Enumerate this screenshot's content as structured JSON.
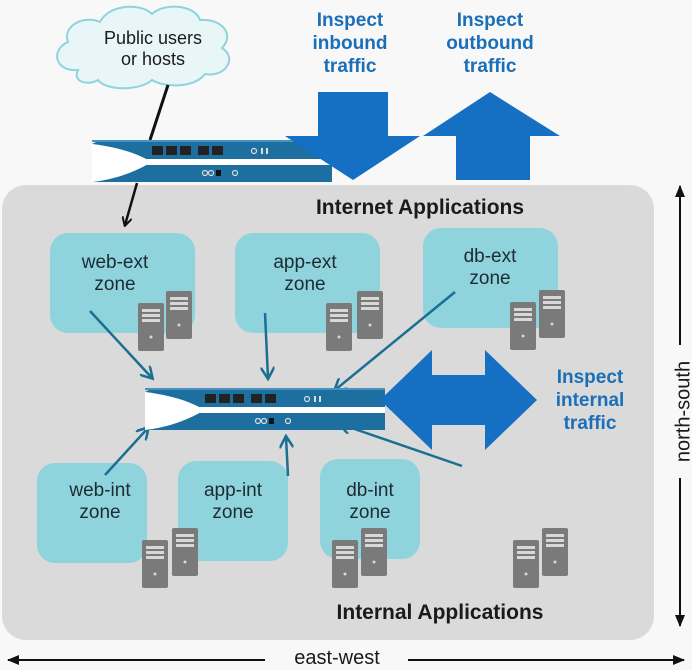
{
  "cloud": {
    "label_line1": "Public users",
    "label_line2": "or hosts"
  },
  "traffic_labels": {
    "inbound": [
      "Inspect",
      "inbound",
      "traffic"
    ],
    "outbound": [
      "Inspect",
      "outbound",
      "traffic"
    ],
    "internal": [
      "Inspect",
      "internal",
      "traffic"
    ]
  },
  "sections": {
    "top_title": "Internet Applications",
    "bottom_title": "Internal Applications"
  },
  "zones": [
    {
      "id": "web-ext",
      "line1": "web-ext",
      "line2": "zone"
    },
    {
      "id": "app-ext",
      "line1": "app-ext",
      "line2": "zone"
    },
    {
      "id": "db-ext",
      "line1": "db-ext",
      "line2": "zone"
    },
    {
      "id": "web-int",
      "line1": "web-int",
      "line2": "zone"
    },
    {
      "id": "app-int",
      "line1": "app-int",
      "line2": "zone"
    },
    {
      "id": "db-int",
      "line1": "db-int",
      "line2": "zone"
    }
  ],
  "axes": {
    "horizontal": "east-west",
    "vertical": "north-south"
  },
  "colors": {
    "zone_fill": "#8fd3dc",
    "arrow_blue": "#1570c3",
    "connector_teal": "#1a6f92",
    "panel_gray": "#dadada",
    "firewall_blue": "#1d6f9f"
  }
}
